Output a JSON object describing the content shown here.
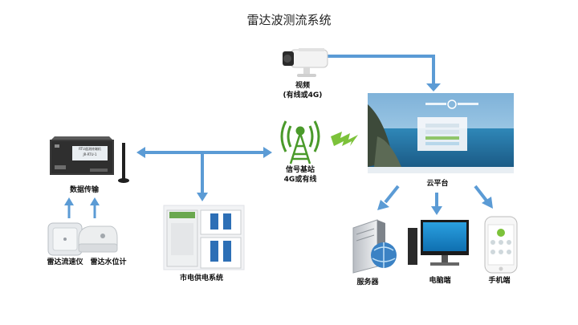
{
  "title": "雷达波测流系统",
  "labels": {
    "camera_line1": "视频",
    "camera_line2": "(有线或4G)",
    "tower_line1": "信号基站",
    "tower_line2": "4G或有线",
    "data_transfer": "数据传输",
    "flow_meter": "雷达流速仪",
    "level_meter": "雷达水位计",
    "power_system": "市电供电系统",
    "cloud_platform": "云平台",
    "server": "服务器",
    "pc": "电脑端",
    "mobile": "手机端"
  },
  "device_text": {
    "rtu_title": "RTU遥测终端机",
    "rtu_model": "JR-RTU-1"
  },
  "colors": {
    "arrow": "#5b9bd5",
    "signal_green": "#7cc23a",
    "tower_green": "#4a9a2a"
  }
}
